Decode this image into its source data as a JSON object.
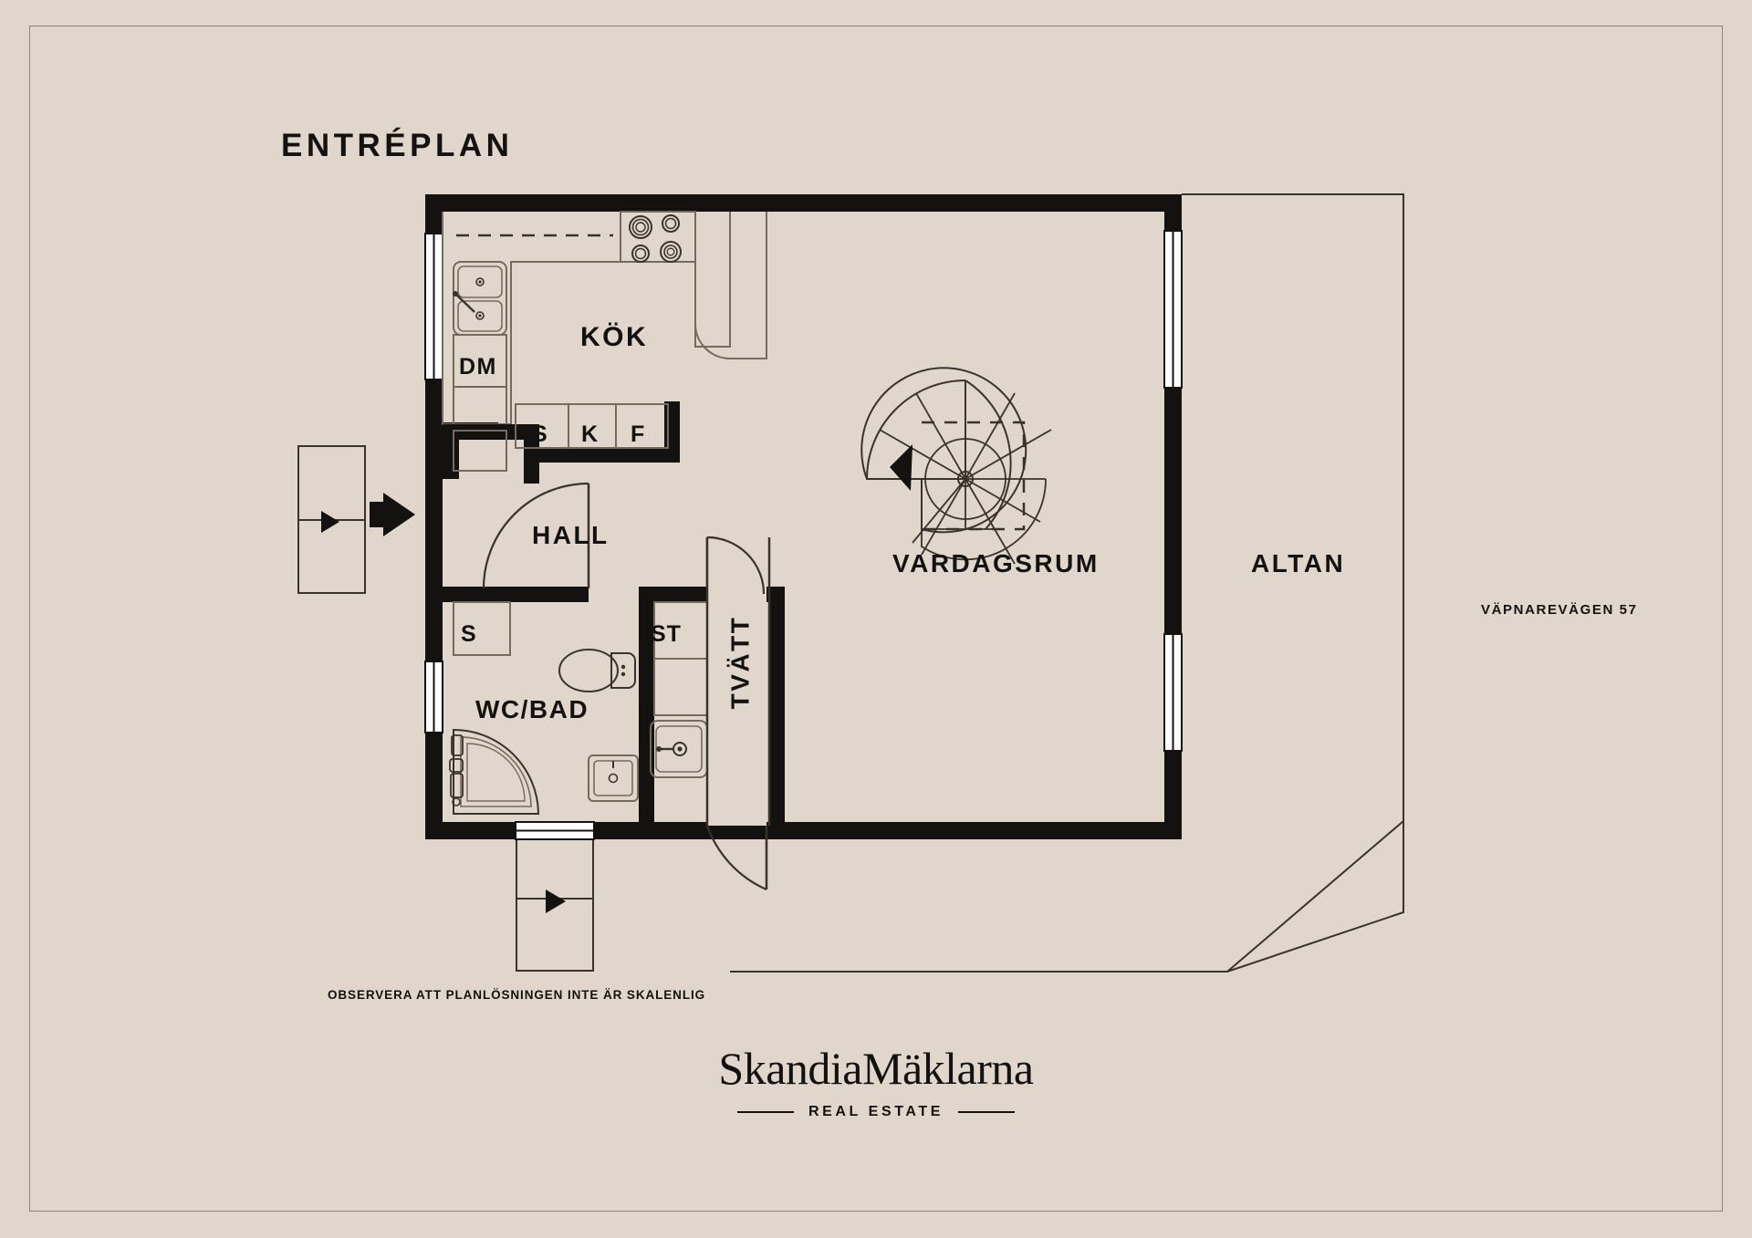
{
  "page": {
    "background_color": "#e0d6cb",
    "ink_color": "#141210",
    "frame_color": "#8e8378"
  },
  "plan": {
    "title": "ENTRÉPLAN",
    "address": "VÄPNAREVÄGEN 57",
    "disclaimer": "OBSERVERA ATT PLANLÖSNINGEN INTE ÄR SKALENLIG"
  },
  "rooms": [
    {
      "key": "kok",
      "label": "KÖK"
    },
    {
      "key": "hall",
      "label": "HALL"
    },
    {
      "key": "wcbad",
      "label": "WC/BAD"
    },
    {
      "key": "tvatt",
      "label": "TVÄTT"
    },
    {
      "key": "vardagsrum",
      "label": "VARDAGSRUM"
    },
    {
      "key": "altan",
      "label": "ALTAN"
    }
  ],
  "fixtures": [
    {
      "key": "dm",
      "label": "DM"
    },
    {
      "key": "s1",
      "label": "S"
    },
    {
      "key": "k1",
      "label": "K"
    },
    {
      "key": "f1",
      "label": "F"
    },
    {
      "key": "s2",
      "label": "S"
    },
    {
      "key": "st",
      "label": "ST"
    }
  ],
  "icons": [
    "kitchen-sink-icon",
    "stove-icon",
    "toilet-icon",
    "shower-icon",
    "washbasin-icon",
    "laundry-sink-icon",
    "spiral-staircase-icon",
    "stair-direction-arrow-icon",
    "entry-direction-arrow-icon",
    "door-swing-icon",
    "window-icon"
  ],
  "logo": {
    "name": "SkandiaMäklarna",
    "tagline": "REAL ESTATE"
  }
}
